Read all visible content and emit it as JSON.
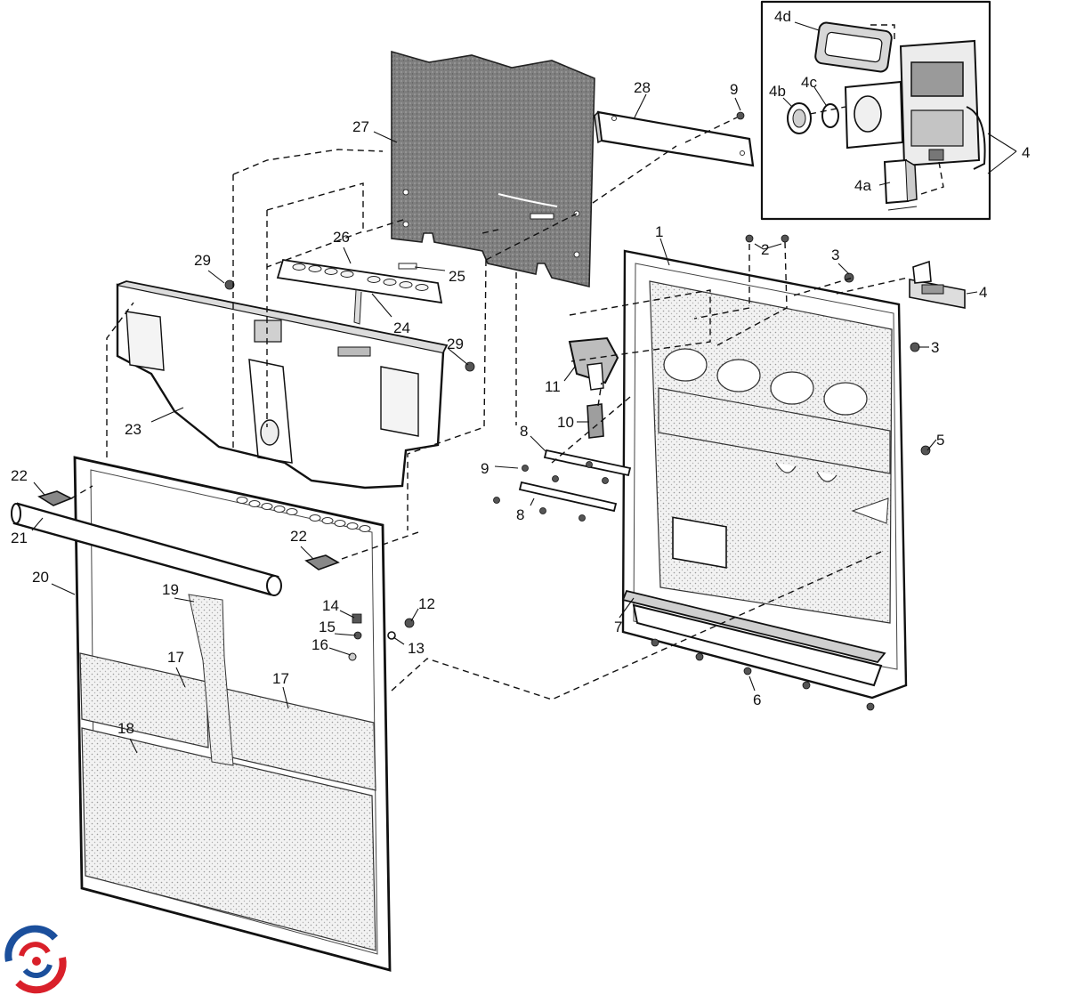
{
  "labels": {
    "l1": "1",
    "l2": "2",
    "l3a": "3",
    "l3b": "3",
    "l4_main": "4",
    "l4_side": "4",
    "l4a": "4a",
    "l4b": "4b",
    "l4c": "4c",
    "l4d": "4d",
    "l5": "5",
    "l6": "6",
    "l7": "7",
    "l8a": "8",
    "l8b": "8",
    "l9a": "9",
    "l9b": "9",
    "l10": "10",
    "l11": "11",
    "l12": "12",
    "l13": "13",
    "l14": "14",
    "l15": "15",
    "l16": "16",
    "l17a": "17",
    "l17b": "17",
    "l18": "18",
    "l19": "19",
    "l20": "20",
    "l21": "21",
    "l22a": "22",
    "l22b": "22",
    "l23": "23",
    "l24": "24",
    "l25": "25",
    "l26": "26",
    "l27": "27",
    "l28": "28",
    "l29a": "29",
    "l29b": "29"
  },
  "logo": {
    "icon": "swirl-logo-icon",
    "colors": [
      "#d9202a",
      "#1b4f9c"
    ]
  }
}
